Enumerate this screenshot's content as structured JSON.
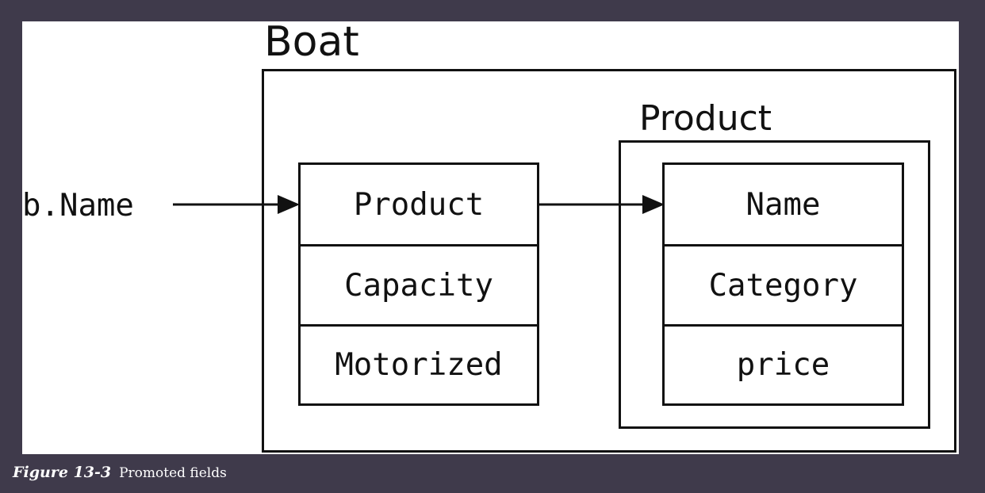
{
  "diagram": {
    "outer_title": "Boat",
    "inner_title": "Product",
    "reference_label": "b.Name",
    "boat_fields": [
      "Product",
      "Capacity",
      "Motorized"
    ],
    "product_fields": [
      "Name",
      "Category",
      "price"
    ],
    "arrows": [
      {
        "from": "b.Name",
        "to": "Product"
      },
      {
        "from": "Product",
        "to": "Name"
      }
    ]
  },
  "caption": {
    "number": "Figure 13-3",
    "text": "Promoted fields"
  },
  "colors": {
    "frame": "#3f3a4b",
    "panel": "#ffffff",
    "ink": "#111111",
    "caption": "#ffffff"
  }
}
